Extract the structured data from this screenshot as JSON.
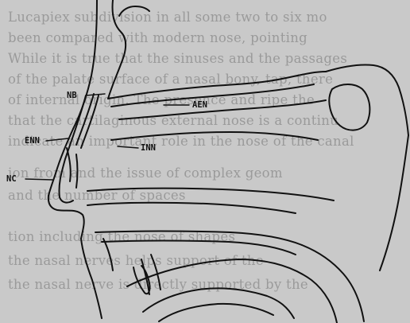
{
  "labels": {
    "nb": "NB",
    "aen": "AEN",
    "enn": "ENN",
    "inn": "INN",
    "nc": "NC"
  },
  "bleed_through_text": [
    "Lucapiex subdivision in all some two to six mo",
    "been compared with modern nose, pointing",
    "While it is true that the sinuses and the passages",
    "of the palate surface of a nasal bony, tap, there",
    "of internal origin. The presence and ripe the",
    "that the cartilaginous external nose is a continu",
    "indicate an important role in the nose of the canal",
    "ion from and the issue of complex geom",
    "and the number of spaces",
    "tion including the nose of shapes",
    "the nasal nerves helps support of the",
    "the nasal nerve is directly supported by the"
  ]
}
